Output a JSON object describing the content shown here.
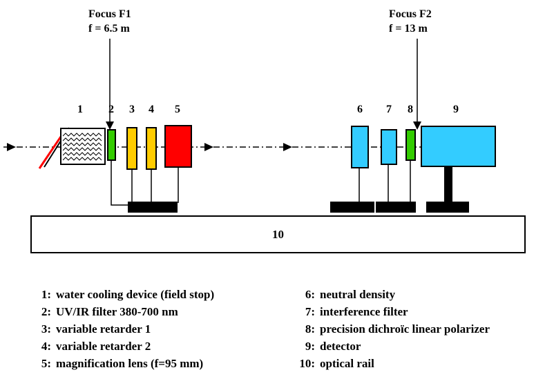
{
  "focus_f1": {
    "title": "Focus F1",
    "subtitle": "f = 6.5 m"
  },
  "focus_f2": {
    "title": "Focus F2",
    "subtitle": "f = 13 m"
  },
  "component_numbers": [
    "1",
    "2",
    "3",
    "4",
    "5",
    "6",
    "7",
    "8",
    "9"
  ],
  "rail_label": "10",
  "legend_left": [
    {
      "num": "1:",
      "text": "water cooling device (field stop)"
    },
    {
      "num": "2:",
      "text": "UV/IR filter 380-700 nm"
    },
    {
      "num": "3:",
      "text": "variable retarder 1"
    },
    {
      "num": "4:",
      "text": "variable retarder 2"
    },
    {
      "num": "5:",
      "text": "magnification lens (f=95 mm)"
    }
  ],
  "legend_right": [
    {
      "num": "6:",
      "text": "neutral density"
    },
    {
      "num": "7:",
      "text": "interference filter"
    },
    {
      "num": "8:",
      "text": "precision dichroïc linear polarizer"
    },
    {
      "num": "9:",
      "text": "detector"
    },
    {
      "num": "10:",
      "text": "optical rail"
    }
  ],
  "colors": {
    "filter_green": "#33cc00",
    "retarder_yellow": "#ffcc00",
    "lens_red": "#ff0000",
    "optics_cyan": "#33ccff",
    "mirror_red": "#ff0000"
  }
}
